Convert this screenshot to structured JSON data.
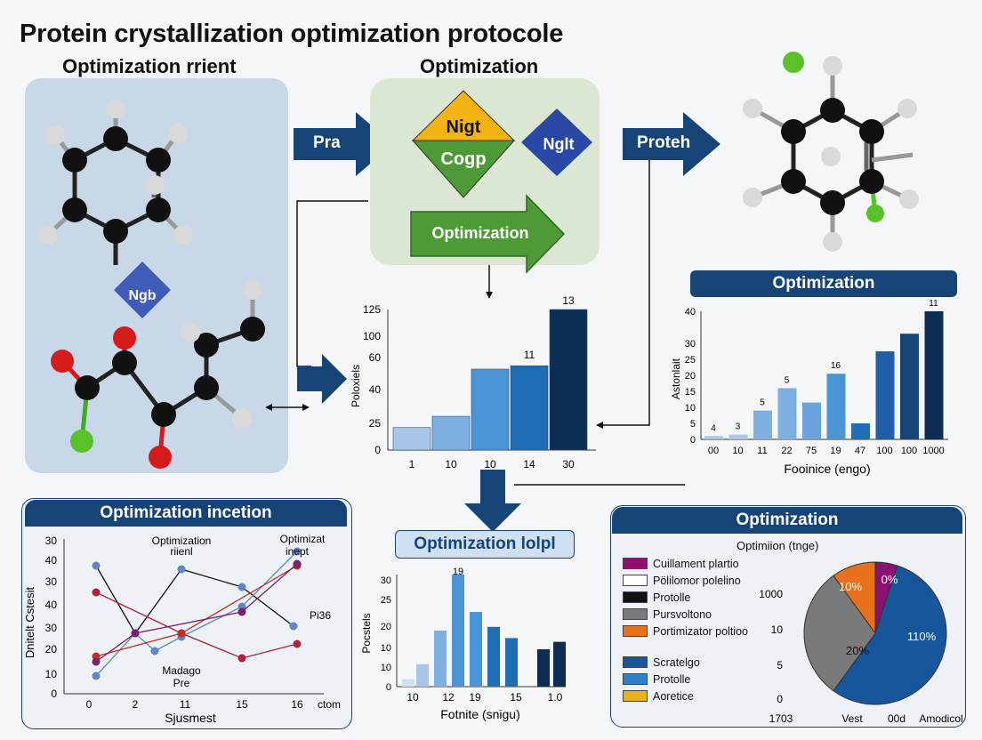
{
  "title": "Protein crystallization optimization protocole",
  "col_headers": {
    "left": "Optimization rrient",
    "center": "Optimization"
  },
  "arrows": {
    "pra": "Pra",
    "proteh": "Proteh",
    "optimization": "Optimization"
  },
  "diamonds": {
    "top": "Nigt",
    "bottom": "Cogp",
    "right": "Nglt",
    "left_panel": "Ngb"
  },
  "center_chart": {
    "ylabel": "Poloxiels",
    "yticks": [
      "0",
      "25",
      "40",
      "60",
      "100",
      "125"
    ],
    "xticks": [
      "1",
      "10",
      "10",
      "14",
      "30"
    ],
    "annotations": [
      "11",
      "13"
    ],
    "colors": [
      "#a9c5e8",
      "#7fb0e2",
      "#4b95d7",
      "#1f6db5",
      "#0d2d55"
    ]
  },
  "right_chart": {
    "banner": "Optimization",
    "ylabel": "Astonlait",
    "yticks": [
      "0",
      "5",
      "10",
      "15",
      "20",
      "25",
      "30",
      "40"
    ],
    "xticks": [
      "00",
      "10",
      "11",
      "22",
      "75",
      "19",
      "47",
      "100",
      "100",
      "1000"
    ],
    "xlabel": "Fooinice (engo)",
    "annotations": [
      "4",
      "3",
      "5",
      "5",
      "16",
      "11"
    ]
  },
  "line_panel": {
    "banner": "Optimization incetion",
    "ylabel": "Dnitelt Cstesit",
    "yticks": [
      "0",
      "10",
      "20",
      "30",
      "40",
      "30",
      "40",
      "30"
    ],
    "xticks": [
      "0",
      "2",
      "11",
      "15",
      "16",
      "ctom"
    ],
    "xlabel": "Sjusmest",
    "annotations": [
      "Optimization",
      "riienl",
      "Optimizat",
      "inept",
      "Madago",
      "Pre",
      "Pi36"
    ]
  },
  "bottom_chart": {
    "banner": "Optimization lolpl",
    "ylabel": "Pocstels",
    "yticks": [
      "0",
      "10",
      "10",
      "20",
      "25",
      "30"
    ],
    "xticks": [
      "10",
      "12",
      "19",
      "15",
      "1.0"
    ],
    "xlabel": "Fotnite (snigu)",
    "annotation": "19"
  },
  "pie_panel": {
    "banner": "Optimization",
    "subtitle": "Optimiion (tnge)",
    "legend": [
      {
        "label": "Cuillament plartio",
        "color": "#8a1170"
      },
      {
        "label": "Pölilomor polelino",
        "color": "#ffffff"
      },
      {
        "label": "Protolle",
        "color": "#111111"
      },
      {
        "label": "Pursvoltono",
        "color": "#7a7a7a"
      },
      {
        "label": "Portimizator poltioo",
        "color": "#e8701c"
      },
      {
        "label": "Scratelgo",
        "color": "#17569a"
      },
      {
        "label": "Protolle",
        "color": "#2f7fd0"
      },
      {
        "label": "Aoretice",
        "color": "#e8b416"
      }
    ],
    "pie_labels": [
      "10%",
      "0%",
      "110%",
      "20%"
    ],
    "axis_labels": [
      "1000",
      "10",
      "5",
      "0"
    ],
    "bottom_labels": [
      "1703",
      "Vest",
      "00d",
      "Amodicol"
    ]
  },
  "chart_data": [
    {
      "type": "bar",
      "categories": [
        "1",
        "10",
        "10",
        "14",
        "30"
      ],
      "values": [
        20,
        30,
        72,
        75,
        125
      ],
      "ylim": [
        0,
        125
      ],
      "ylabel": "Poloxiels"
    },
    {
      "type": "bar",
      "categories": [
        "00",
        "10",
        "11",
        "22",
        "75",
        "19",
        "47",
        "100",
        "100",
        "1000"
      ],
      "values": [
        1,
        1.5,
        9,
        16,
        11.5,
        20.5,
        5,
        27.5,
        33,
        40
      ],
      "ylim": [
        0,
        40
      ],
      "ylabel": "Astonlait",
      "xlabel": "Fooinice (engo)"
    },
    {
      "type": "bar",
      "categories": [
        "10",
        "12",
        "19",
        "15",
        "1.0"
      ],
      "values": [
        2,
        6,
        15,
        30,
        20,
        16,
        13,
        10,
        12
      ],
      "ylim": [
        0,
        30
      ],
      "ylabel": "Pocstels",
      "xlabel": "Fotnite (snigu)"
    },
    {
      "type": "pie",
      "labels": [
        "10%",
        "0%",
        "110%",
        "20%"
      ],
      "values": [
        10,
        5,
        55,
        30
      ],
      "colors": [
        "#e8701c",
        "#8a1170",
        "#17569a",
        "#7a7a7a"
      ]
    }
  ]
}
